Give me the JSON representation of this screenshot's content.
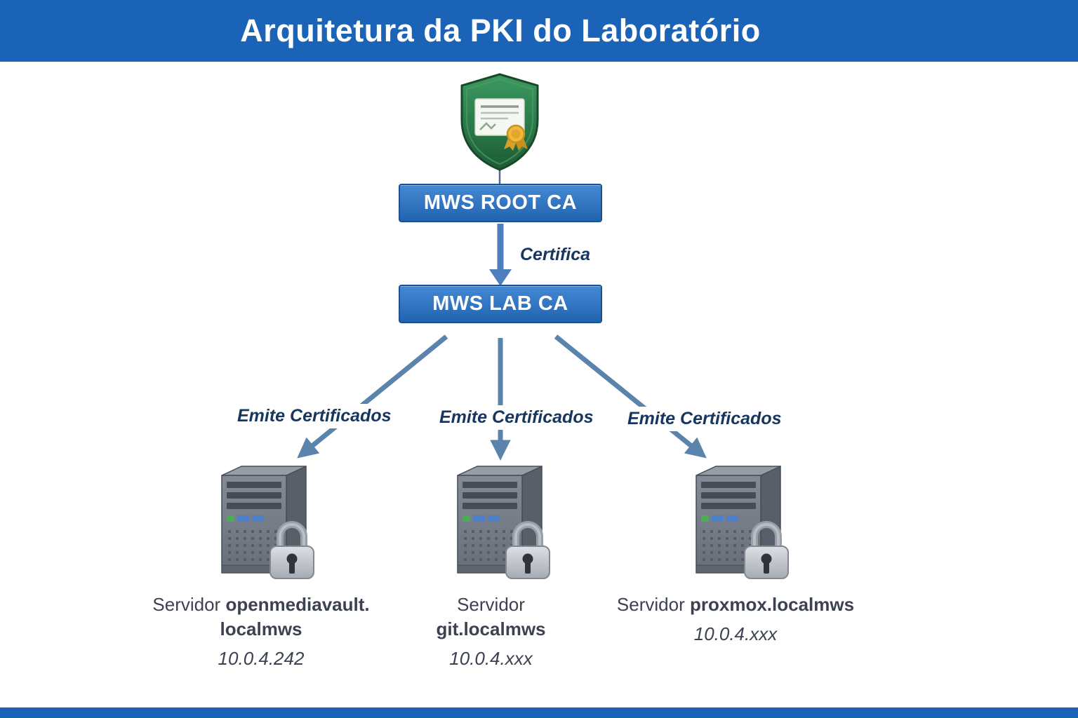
{
  "header": {
    "title": "Arquitetura da PKI do Laboratório"
  },
  "nodes": {
    "root_ca": {
      "label": "MWS ROOT CA"
    },
    "lab_ca": {
      "label": "MWS LAB CA"
    }
  },
  "edges": {
    "certifica": "Certifica",
    "emite": "Emite Certificados"
  },
  "servers": [
    {
      "prefix": "Servidor",
      "hostname": "openmediavault.localmws",
      "ip": "10.0.4.242"
    },
    {
      "prefix": "Servidor",
      "hostname": "git.localmws",
      "ip": "10.0.4.xxx"
    },
    {
      "prefix": "Servidor",
      "hostname": "proxmox.localmws",
      "ip": "10.0.4.xxx"
    }
  ],
  "icons": {
    "shield": "certificate-shield-icon",
    "server": "server-tower-icon",
    "lock": "padlock-icon",
    "arrow": "down-arrow-icon"
  },
  "colors": {
    "header_bg": "#1a63b6",
    "node_fill_top": "#4489d4",
    "node_fill_bottom": "#2263ae",
    "arrow_main": "#4d7fbd",
    "arrow_branch": "#5b84ad",
    "edge_label_text": "#17365f",
    "caption_text": "#3c4250",
    "shield_green": "#2e7d46",
    "seal_gold": "#f2b83d"
  }
}
